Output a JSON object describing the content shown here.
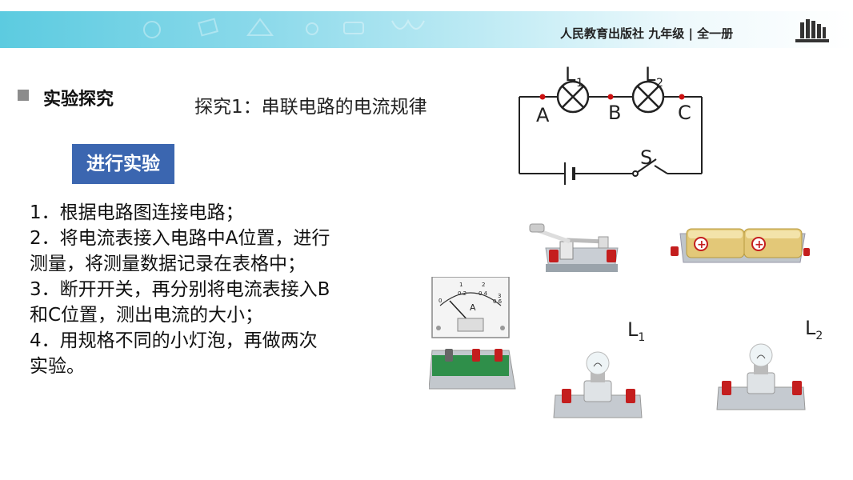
{
  "header": {
    "publisher": "人民教育出版社 九年级 | 全一册",
    "logo_icon": "books-icon"
  },
  "section": {
    "title": "实验探究",
    "subtitle": "探究1：串联电路的电流规律"
  },
  "badge": "进行实验",
  "steps": [
    "1．根据电路图连接电路；",
    "2．将电流表接入电路中A位置，进行",
    "测量，将测量数据记录在表格中；",
    "3．断开开关，再分别将电流表接入B",
    "和C位置，测出电流的大小；",
    "4．用规格不同的小灯泡，再做两次",
    "实验。"
  ],
  "circuit": {
    "lamp1": "L",
    "lamp1_sub": "1",
    "lamp2": "L",
    "lamp2_sub": "2",
    "point_a": "A",
    "point_b": "B",
    "point_c": "C",
    "switch": "S"
  },
  "apparatus": {
    "bulb1": "L",
    "bulb1_sub": "1",
    "bulb2": "L",
    "bulb2_sub": "2",
    "ammeter_unit": "A",
    "ammeter_scale_top": [
      "1",
      "2",
      "3"
    ],
    "ammeter_scale_bottom": [
      "0",
      "0.2",
      "0.4",
      "0.6"
    ]
  },
  "colors": {
    "badge": "#3b66b0",
    "banner_start": "#5ccbe0",
    "node_red": "#cc1111"
  }
}
